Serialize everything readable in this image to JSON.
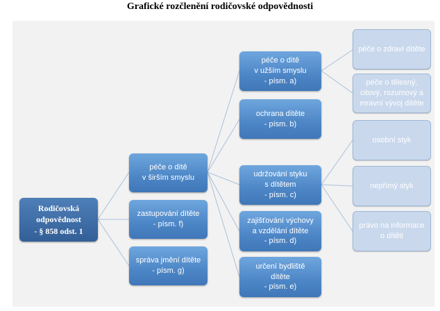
{
  "title": "Grafické rozčlenění rodičovské odpovědnosti",
  "root": "Rodičovská\nodpovědnost\n- § 858 odst. 1",
  "level1": [
    "péče o dítě\nv širším smyslu",
    "zastupování dítěte\n- písm. f)",
    "správa jmění dítěte\n- písm. g)"
  ],
  "level2": [
    "péče o dítě\nv užším smyslu\n- písm. a)",
    "ochrana dítěte\n- písm. b)",
    "udržování styku\ns dítětem\n- písm. c)",
    "zajišťování výchovy\na vzdělání dítěte\n- písm. d)",
    "určení bydliště\ndítěte\n- písm. e)"
  ],
  "level3": [
    "péče o zdraví dítěte",
    "péče o tělesný,\ncitový, rozumový a\nmravní vývoj dítěte",
    "osobní styk",
    "nepřímý styk",
    "právo na informace\no dítěti"
  ],
  "colors": {
    "connector": "#a9bfdc",
    "frame": "#f2f2f2"
  }
}
